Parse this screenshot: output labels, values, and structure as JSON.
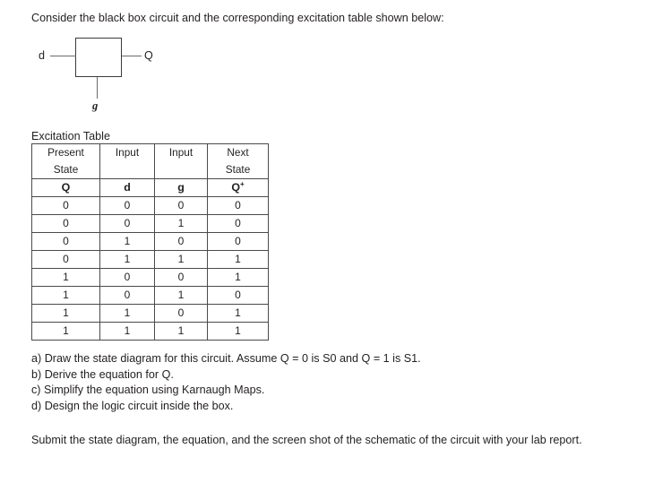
{
  "document": {
    "intro": "Consider the black box circuit and the corresponding excitation table shown below:"
  },
  "circuit": {
    "input_label": "d",
    "output_label": "Q",
    "clock_label": "g"
  },
  "excitation_table": {
    "caption": "Excitation Table",
    "header_top": [
      "Present",
      "Input",
      "Input",
      "Next"
    ],
    "header_bottom": [
      "State",
      "",
      "",
      "State"
    ],
    "symbols": [
      "Q",
      "d",
      "g",
      "Q+"
    ],
    "symbol_next_state_base": "Q",
    "symbol_next_state_sup": "+",
    "rows": [
      [
        "0",
        "0",
        "0",
        "0"
      ],
      [
        "0",
        "0",
        "1",
        "0"
      ],
      [
        "0",
        "1",
        "0",
        "0"
      ],
      [
        "0",
        "1",
        "1",
        "1"
      ],
      [
        "1",
        "0",
        "0",
        "1"
      ],
      [
        "1",
        "0",
        "1",
        "0"
      ],
      [
        "1",
        "1",
        "0",
        "1"
      ],
      [
        "1",
        "1",
        "1",
        "1"
      ]
    ]
  },
  "questions": [
    "a) Draw the state diagram for this circuit. Assume Q = 0 is S0 and Q = 1 is S1.",
    "b) Derive the equation for Q.",
    "c) Simplify the equation using Karnaugh Maps.",
    "d) Design the logic circuit inside the box."
  ],
  "closing": {
    "text": "Submit the state diagram, the equation, and the screen shot of the schematic of the circuit with your lab report."
  }
}
